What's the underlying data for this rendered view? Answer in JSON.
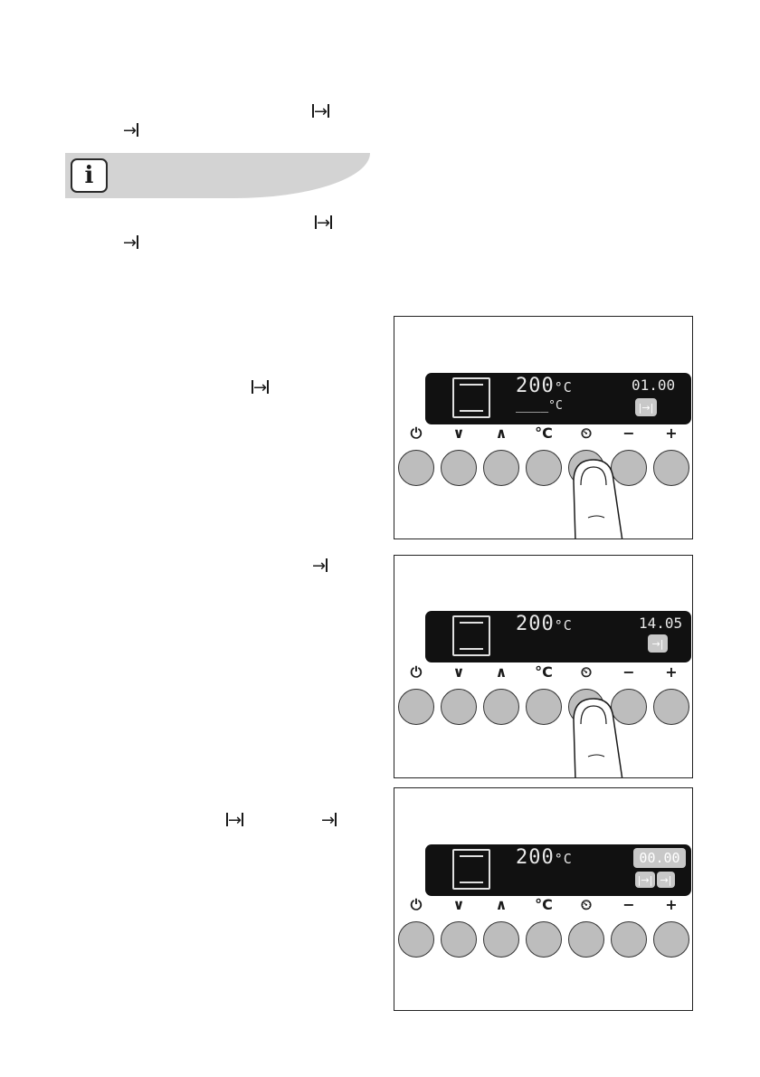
{
  "symbols": {
    "duration": "→",
    "end": "→"
  },
  "info": {
    "icon_letter": "i"
  },
  "panels": [
    {
      "display": {
        "temperature": "200",
        "temp_unit": "°C",
        "time": "01.00",
        "program_dashes": "____",
        "dash_unit": "°C",
        "flash_symbol": "|→|"
      },
      "finger_on": "clock-program"
    },
    {
      "display": {
        "temperature": "200",
        "temp_unit": "°C",
        "time": "14.05",
        "flash_symbol": "→|"
      },
      "finger_on": "clock-program"
    },
    {
      "display": {
        "temperature": "200",
        "temp_unit": "°C",
        "time": "00.00",
        "flash_symbol_1": "|→|",
        "flash_symbol_2": "→|"
      },
      "finger_on": ""
    }
  ],
  "keys": [
    {
      "name": "on-off",
      "label": "⏻"
    },
    {
      "name": "down",
      "label": "∨"
    },
    {
      "name": "up",
      "label": "∧"
    },
    {
      "name": "temperature",
      "label": "°C"
    },
    {
      "name": "clock-program",
      "label": "⏲"
    },
    {
      "name": "minus",
      "label": "−"
    },
    {
      "name": "plus",
      "label": "+"
    }
  ]
}
